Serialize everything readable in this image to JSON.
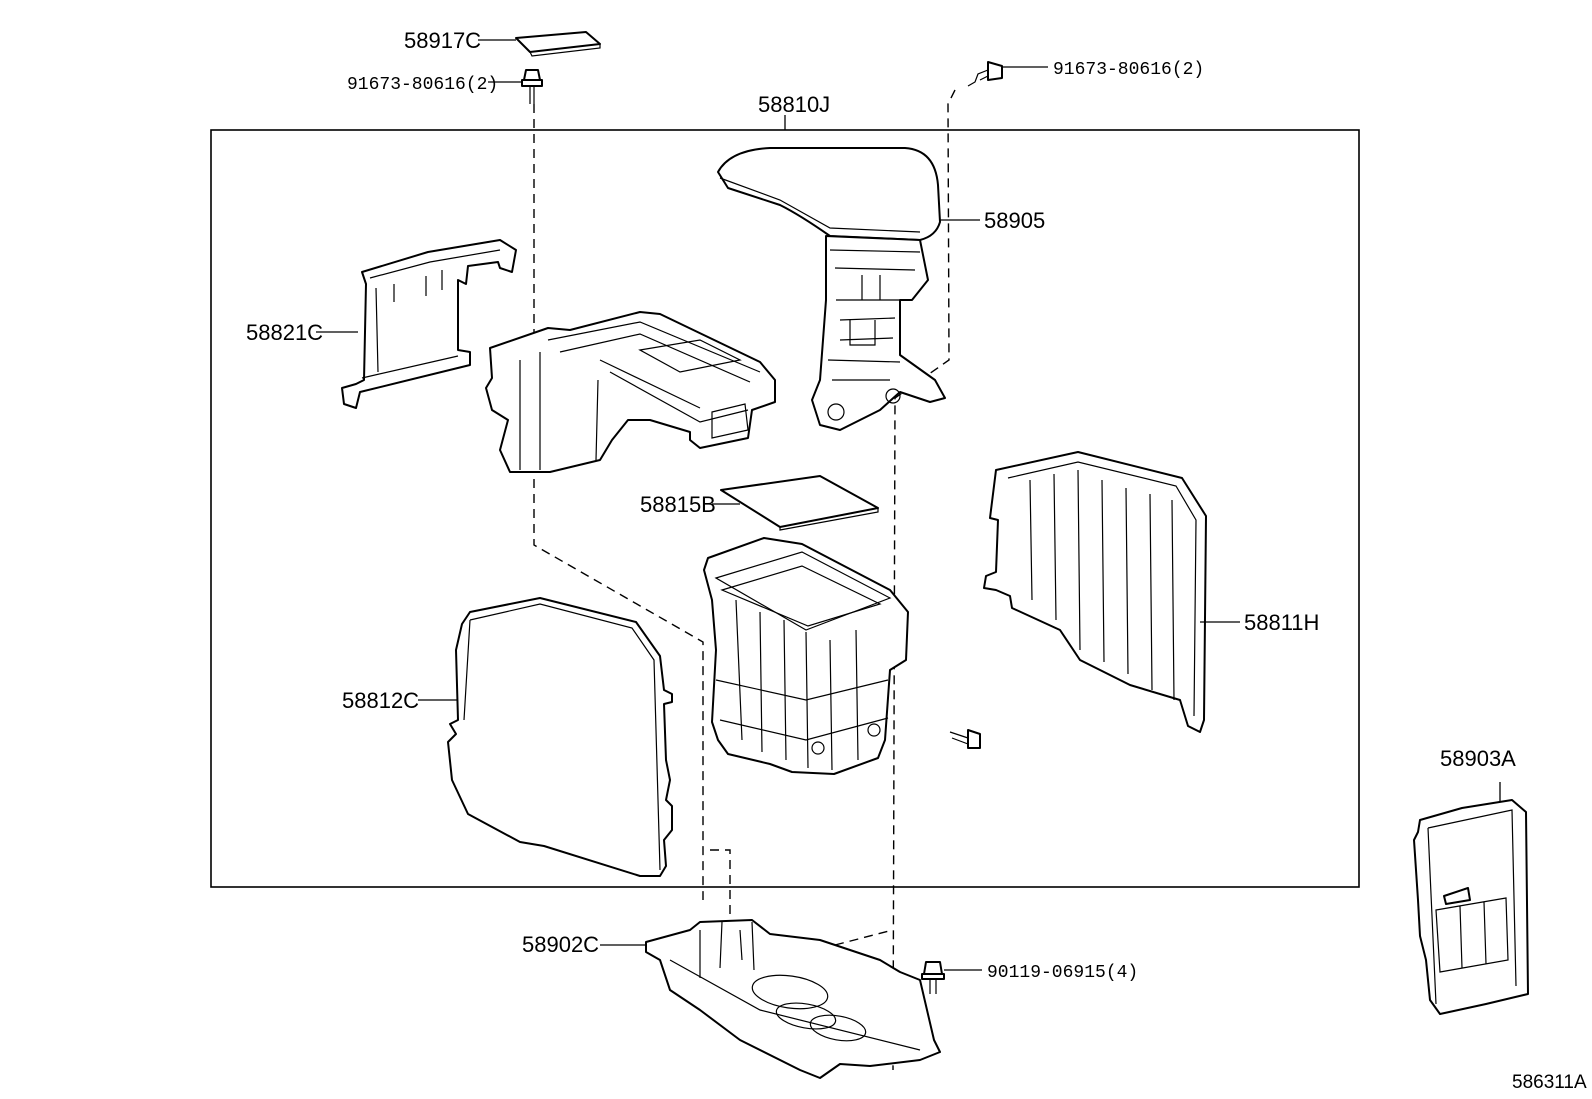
{
  "labels": {
    "p58917C": "58917C",
    "p91673_left": "91673-80616(2)",
    "p91673_right": "91673-80616(2)",
    "p58810J": "58810J",
    "p58905": "58905",
    "p58821C": "58821C",
    "p58815B": "58815B",
    "p58811H": "58811H",
    "p58812C": "58812C",
    "p58903A": "58903A",
    "p58902C": "58902C",
    "p90119": "90119-06915(4)",
    "ref": "586311A"
  }
}
